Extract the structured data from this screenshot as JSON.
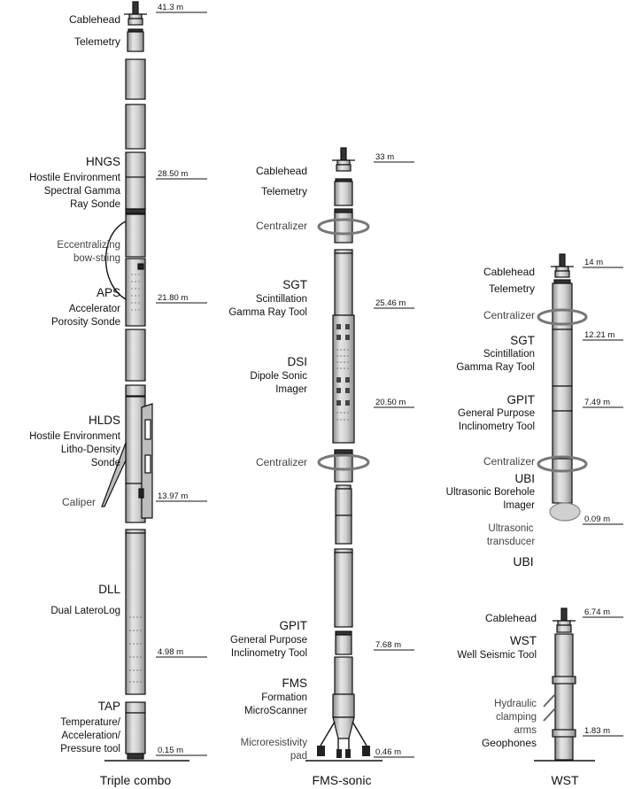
{
  "columns": {
    "triple_combo": {
      "caption": "Triple combo",
      "labels": {
        "cablehead": "Cablehead",
        "telemetry": "Telemetry",
        "hngs_title": "HNGS",
        "hngs_desc1": "Hostile Environment",
        "hngs_desc2": "Spectral Gamma",
        "hngs_desc3": "Ray Sonde",
        "bowstring1": "Eccentralizing",
        "bowstring2": "bow-string",
        "aps_title": "APS",
        "aps_desc1": "Accelerator",
        "aps_desc2": "Porosity Sonde",
        "hlds_title": "HLDS",
        "hlds_desc1": "Hostile Environment",
        "hlds_desc2": "Litho-Density",
        "hlds_desc3": "Sonde",
        "caliper": "Caliper",
        "dll_title": "DLL",
        "dll_desc": "Dual LateroLog",
        "tap_title": "TAP",
        "tap_desc1": "Temperature/",
        "tap_desc2": "Acceleration/",
        "tap_desc3": "Pressure tool"
      },
      "depths": [
        "41.3 m",
        "28.50 m",
        "21.80 m",
        "13.97 m",
        "4.98 m",
        "0.15 m"
      ]
    },
    "fms_sonic": {
      "caption": "FMS-sonic",
      "labels": {
        "cablehead": "Cablehead",
        "telemetry": "Telemetry",
        "centralizer1": "Centralizer",
        "sgt_title": "SGT",
        "sgt_desc1": "Scintillation",
        "sgt_desc2": "Gamma Ray Tool",
        "dsi_title": "DSI",
        "dsi_desc1": "Dipole Sonic",
        "dsi_desc2": "Imager",
        "centralizer2": "Centralizer",
        "gpit_title": "GPIT",
        "gpit_desc1": "General  Purpose",
        "gpit_desc2": "Inclinometry Tool",
        "fms_title": "FMS",
        "fms_desc1": "Formation",
        "fms_desc2": "MicroScanner",
        "pad1": "Microresistivity",
        "pad2": "pad"
      },
      "depths": [
        "33 m",
        "25.46 m",
        "20.50 m",
        "7.68 m",
        "0.46 m"
      ]
    },
    "ubi": {
      "caption": "UBI",
      "labels": {
        "cablehead": "Cablehead",
        "telemetry": "Telemetry",
        "centralizer1": "Centralizer",
        "sgt_title": "SGT",
        "sgt_desc1": "Scintillation",
        "sgt_desc2": "Gamma Ray Tool",
        "gpit_title": "GPIT",
        "gpit_desc1": "General Purpose",
        "gpit_desc2": "Inclinometry Tool",
        "centralizer2": "Centralizer",
        "ubi_title": "UBI",
        "ubi_desc1": "Ultrasonic Borehole",
        "ubi_desc2": "Imager",
        "transducer1": "Ultrasonic",
        "transducer2": "transducer"
      },
      "depths": [
        "14 m",
        "12.21 m",
        "7.49 m",
        "0.09 m"
      ]
    },
    "wst": {
      "caption": "WST",
      "labels": {
        "cablehead": "Cablehead",
        "wst_title": "WST",
        "wst_desc": "Well Seismic Tool",
        "arms1": "Hydraulic",
        "arms2": "clamping",
        "arms3": "arms",
        "geophones": "Geophones"
      },
      "depths": [
        "6.74 m",
        "1.83 m"
      ]
    }
  },
  "colors": {
    "tool_fill": "#c8c8c8",
    "tool_shade": "#9a9a9a",
    "outline": "#111111",
    "ring": "#777777"
  }
}
